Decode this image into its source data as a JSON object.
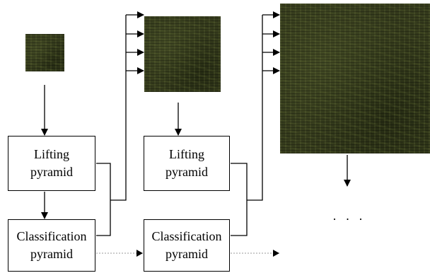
{
  "boxes": {
    "lifting_1": {
      "line1": "Lifting",
      "line2": "pyramid"
    },
    "classification_1": {
      "line1": "Classification",
      "line2": "pyramid"
    },
    "lifting_2": {
      "line1": "Lifting",
      "line2": "pyramid"
    },
    "classification_2": {
      "line1": "Classification",
      "line2": "pyramid"
    }
  },
  "continuation": "· · ·",
  "colors": {
    "line": "#000000",
    "dotted_line": "#999999",
    "texture": "#343a1c"
  }
}
